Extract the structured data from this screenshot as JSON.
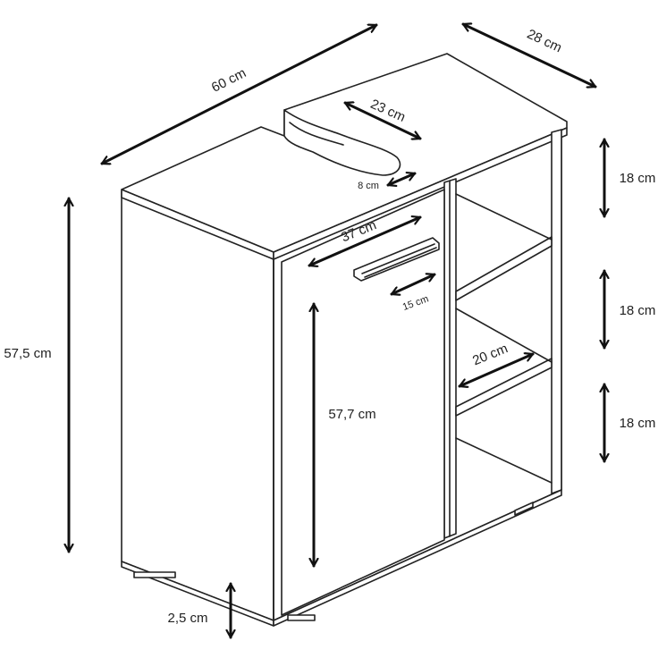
{
  "dimensions": {
    "width": "60 cm",
    "depth": "28 cm",
    "cutout_width": "23 cm",
    "cutout_depth": "8 cm",
    "door_width": "37 cm",
    "handle_length": "15 cm",
    "height": "57,5 cm",
    "door_height": "57,7 cm",
    "shelf_top": "18 cm",
    "shelf_middle": "18 cm",
    "shelf_bottom": "18 cm",
    "shelf_depth": "20 cm",
    "foot_height": "2,5 cm"
  }
}
